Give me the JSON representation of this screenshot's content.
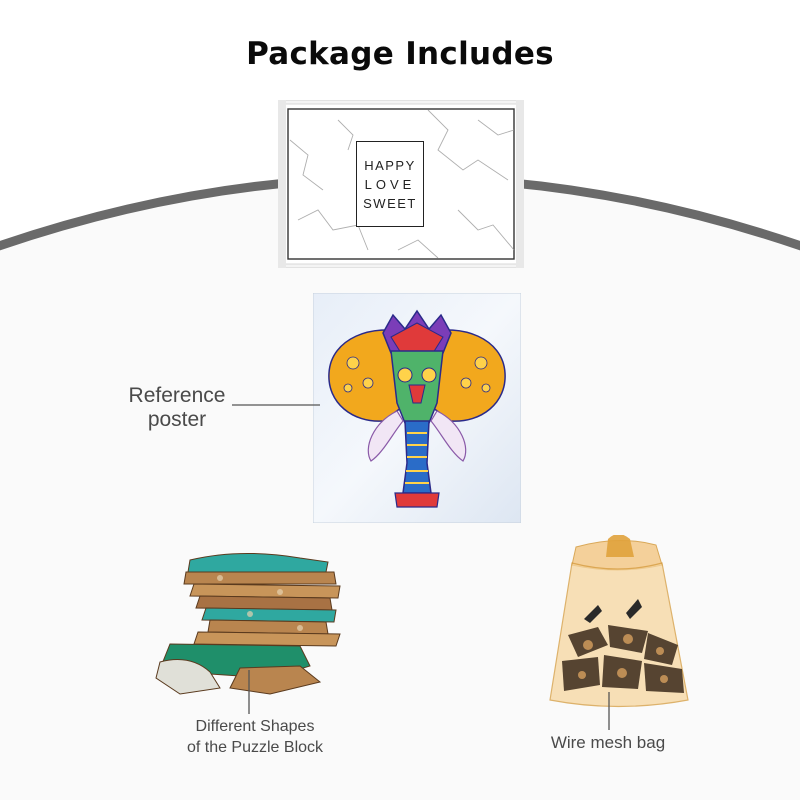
{
  "heading": "Package Includes",
  "gift_box": {
    "label_lines": [
      "HAPPY",
      "LOVE",
      "SWEET"
    ]
  },
  "callouts": {
    "reference_poster": [
      "Reference",
      "poster"
    ],
    "puzzle_shapes": [
      "Different Shapes",
      "of the Puzzle Block"
    ],
    "mesh_bag": "Wire mesh bag"
  },
  "colors": {
    "arc": "#6a6a6a",
    "heading": "#0a0a0a",
    "callout_text": "#4a4a4a",
    "bag_ribbon": "#e0a23c",
    "wood": "#b9854f"
  }
}
